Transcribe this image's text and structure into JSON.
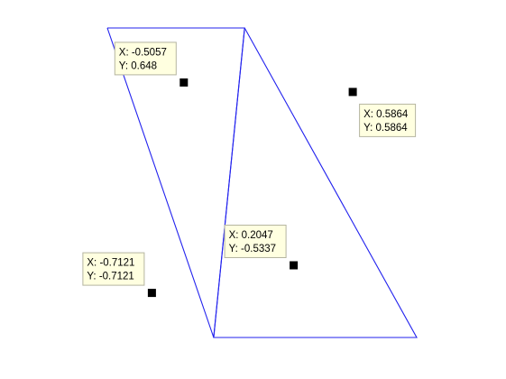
{
  "chart_data": {
    "type": "line",
    "title": "",
    "xlabel": "",
    "ylabel": "",
    "xlim": [
      -1,
      1
    ],
    "ylim": [
      -1,
      1
    ],
    "grid": false,
    "axis_visible": false,
    "colors": {
      "edges": "#2222ee",
      "markers": "#000000",
      "tip_fill": "#ffffe0",
      "tip_border": "#b5b5a0"
    },
    "polygons": [
      {
        "x": [
          -1,
          -0.3125,
          -0.1125,
          -1
        ],
        "y": [
          1,
          -1,
          1,
          1
        ]
      },
      {
        "x": [
          -0.1125,
          1,
          -0.3125,
          -0.1125
        ],
        "y": [
          1,
          -1,
          -1,
          1
        ]
      }
    ],
    "points": [
      {
        "x": -0.5057,
        "y": 0.648,
        "label_x": "X: -0.5057",
        "label_y": "Y: 0.648"
      },
      {
        "x": 0.5864,
        "y": 0.5864,
        "label_x": "X: 0.5864",
        "label_y": "Y: 0.5864"
      },
      {
        "x": 0.2047,
        "y": -0.5337,
        "label_x": "X: 0.2047",
        "label_y": "Y: -0.5337"
      },
      {
        "x": -0.7121,
        "y": -0.7121,
        "label_x": "X: -0.7121",
        "label_y": "Y: -0.7121"
      }
    ]
  }
}
